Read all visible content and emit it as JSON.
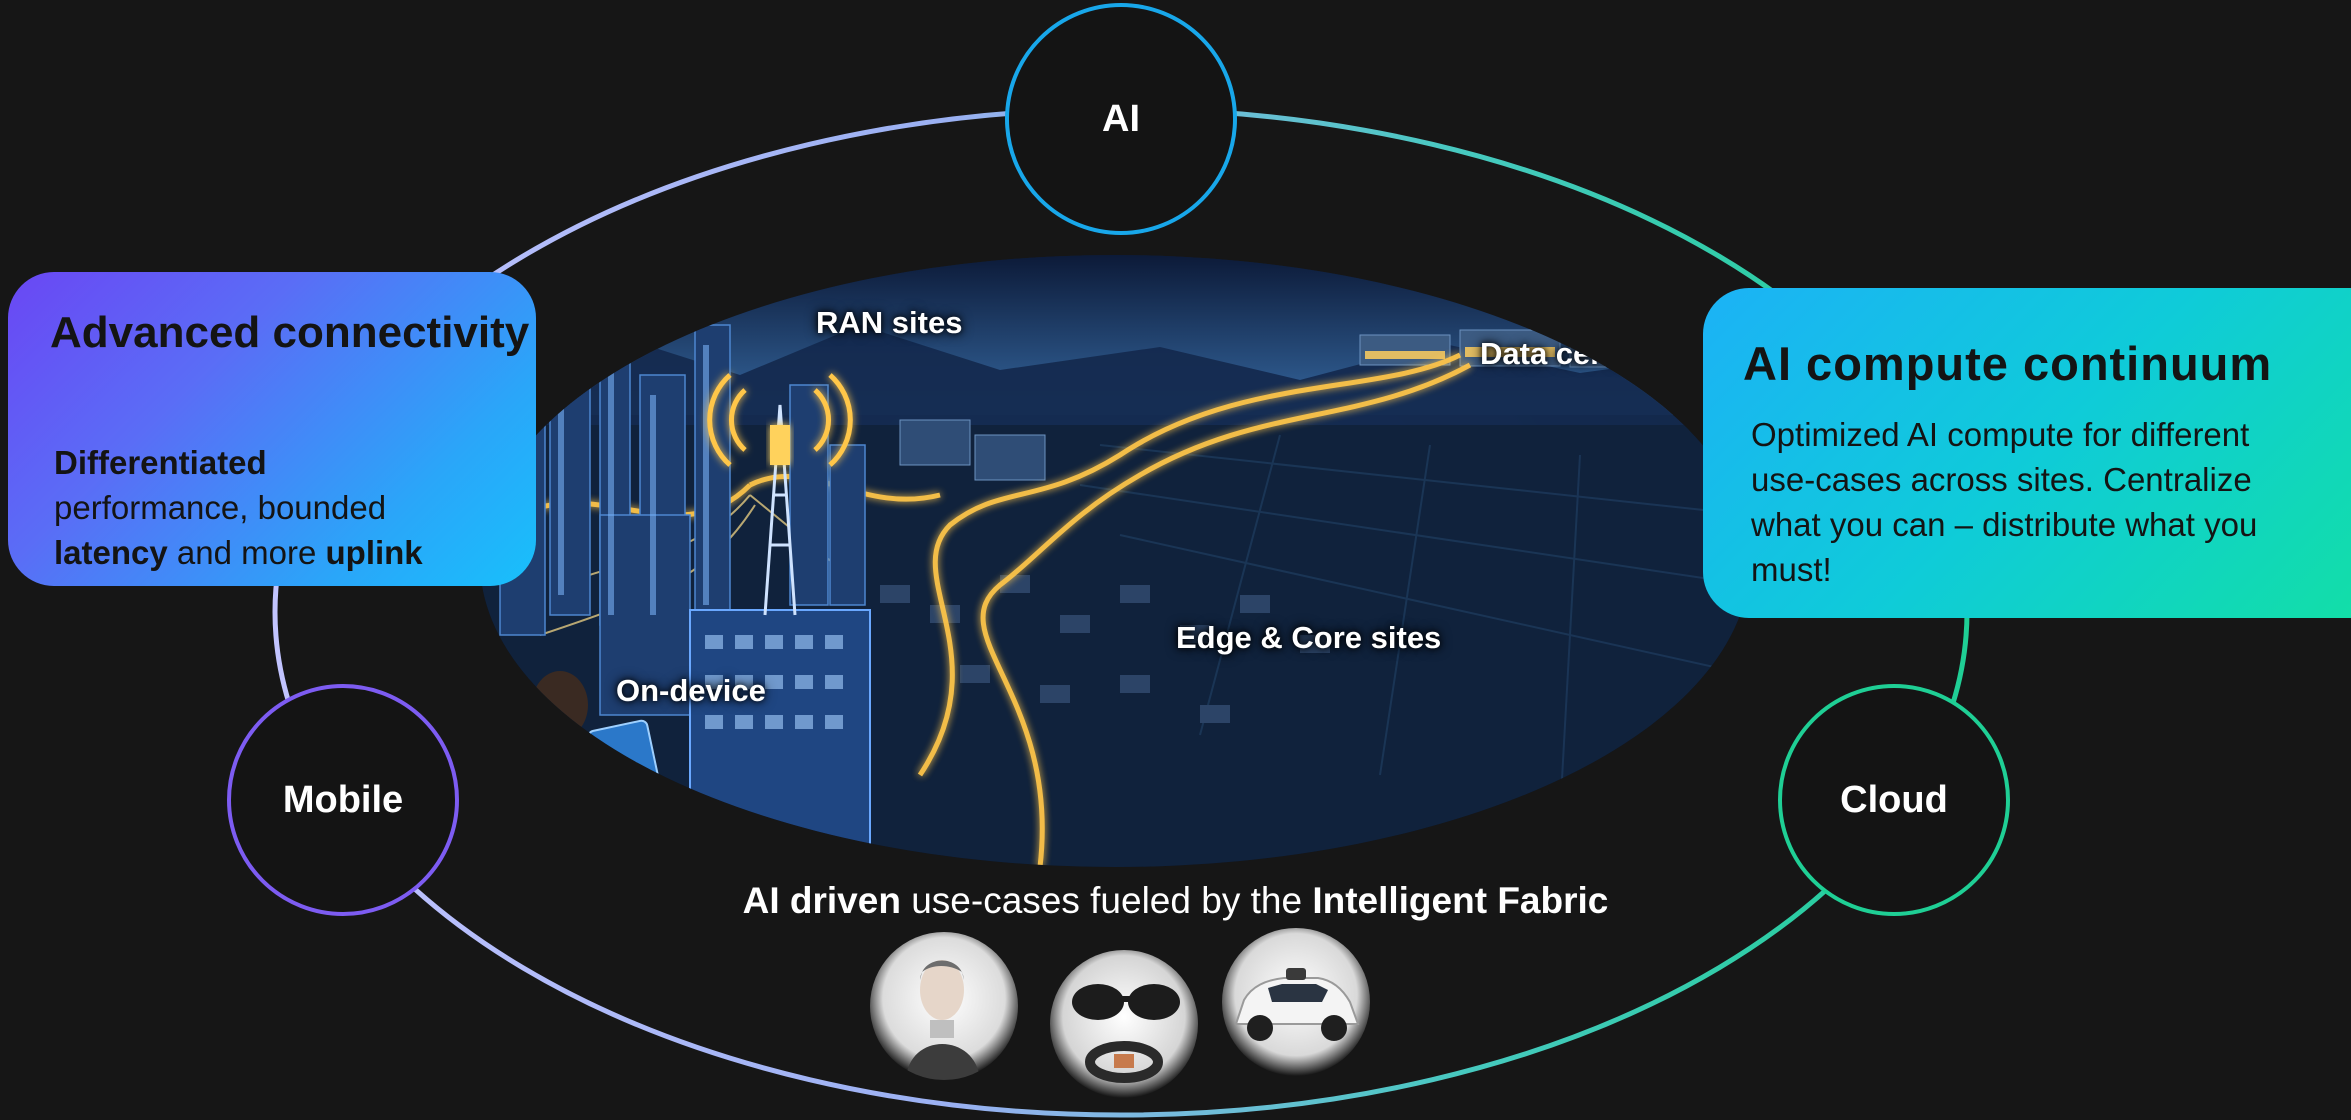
{
  "nodes": {
    "ai": "AI",
    "mobile": "Mobile",
    "cloud": "Cloud"
  },
  "left_card": {
    "title": "Advanced connectivity",
    "body_bold_1": "Differentiated",
    "body_text_1": "performance, bounded",
    "body_bold_2": "latency",
    "body_text_2": "and more",
    "body_bold_3": "uplink"
  },
  "right_card": {
    "title": "AI compute continuum",
    "body": "Optimized AI compute for different use-cases across sites. Centralize what you can – distribute what you must!"
  },
  "scene": {
    "labels": {
      "ran": "RAN sites",
      "data_centers": "Data centers",
      "edge_core": "Edge & Core sites",
      "on_device": "On-device"
    }
  },
  "caption": {
    "bold_1": "AI driven",
    "text_1": "use-cases fueled by the",
    "bold_2": "Intelligent Fabric"
  },
  "colors": {
    "background": "#161616",
    "ai_ring": "#18a7ea",
    "mobile_ring": "#7d5cf2",
    "cloud_ring": "#1fcf95",
    "left_card_start": "#6a47f4",
    "left_card_end": "#18c0fb",
    "right_card_start": "#1cb2f6",
    "right_card_end": "#12dea8",
    "network_glow": "#ffc64a"
  }
}
